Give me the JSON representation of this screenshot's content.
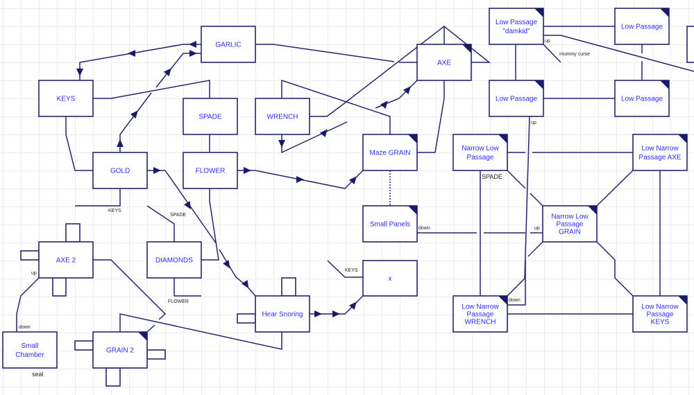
{
  "colors": {
    "line": "#24246e",
    "label": "#2b2bff",
    "grid": "#ececec"
  },
  "rooms": [
    {
      "id": "garlic",
      "lines": [
        "GARLIC"
      ]
    },
    {
      "id": "keys",
      "lines": [
        "KEYS"
      ]
    },
    {
      "id": "spade",
      "lines": [
        "SPADE"
      ]
    },
    {
      "id": "wrench",
      "lines": [
        "WRENCH"
      ]
    },
    {
      "id": "gold",
      "lines": [
        "GOLD"
      ]
    },
    {
      "id": "flower",
      "lines": [
        "FLOWER"
      ]
    },
    {
      "id": "axe",
      "lines": [
        "AXE"
      ]
    },
    {
      "id": "maze-grain",
      "lines": [
        "Maze GRAIN"
      ]
    },
    {
      "id": "small-panels",
      "lines": [
        "Small Panels"
      ]
    },
    {
      "id": "x",
      "lines": [
        "x"
      ]
    },
    {
      "id": "axe-2",
      "lines": [
        "AXE 2"
      ]
    },
    {
      "id": "diamonds",
      "lines": [
        "DIAMONDS"
      ]
    },
    {
      "id": "hear-snoring",
      "lines": [
        "Hear Snoring"
      ]
    },
    {
      "id": "small-chamber",
      "lines": [
        "Small",
        "Chamber"
      ]
    },
    {
      "id": "grain-2",
      "lines": [
        "GRAIN 2"
      ]
    },
    {
      "id": "low-passage-damkid",
      "lines": [
        "Low Passage",
        "\"damkid\""
      ]
    },
    {
      "id": "low-passage-1",
      "lines": [
        "Low Passage"
      ]
    },
    {
      "id": "low-passage-2",
      "lines": [
        "Low Passage"
      ]
    },
    {
      "id": "low-passage-3",
      "lines": [
        "Low Passage"
      ]
    },
    {
      "id": "narrow-low-passage",
      "lines": [
        "Narrow Low",
        "Passage"
      ]
    },
    {
      "id": "low-narrow-passage-axe",
      "lines": [
        "Low Narrow",
        "Passage AXE"
      ]
    },
    {
      "id": "narrow-low-passage-grain",
      "lines": [
        "Narrow Low",
        "Passage",
        "GRAIN"
      ]
    },
    {
      "id": "low-narrow-passage-wrench",
      "lines": [
        "Low Narrow",
        "Passage",
        "WRENCH"
      ]
    },
    {
      "id": "low-narrow-passage-keys",
      "lines": [
        "Low Narrow",
        "Passage",
        "KEYS"
      ]
    },
    {
      "id": "offscreen-room",
      "lines": []
    }
  ],
  "notes": [
    {
      "id": "keys-note",
      "text": "KEYS"
    },
    {
      "id": "spade-note",
      "text": "SPADE"
    },
    {
      "id": "flower-note",
      "text": "FLOWER"
    },
    {
      "id": "axe2-up",
      "text": "up"
    },
    {
      "id": "chamber-down",
      "text": "down"
    },
    {
      "id": "seal",
      "text": "seal"
    },
    {
      "id": "x-keys",
      "text": "KEYS"
    },
    {
      "id": "panels-down",
      "text": "down"
    },
    {
      "id": "grain-up",
      "text": "up"
    },
    {
      "id": "damkid-up",
      "text": "up"
    },
    {
      "id": "mummy-curse",
      "text": "mummy curse"
    },
    {
      "id": "lp-up",
      "text": "up"
    },
    {
      "id": "nlp-spade",
      "text": "SPADE"
    },
    {
      "id": "wrench-down",
      "text": "down"
    }
  ]
}
